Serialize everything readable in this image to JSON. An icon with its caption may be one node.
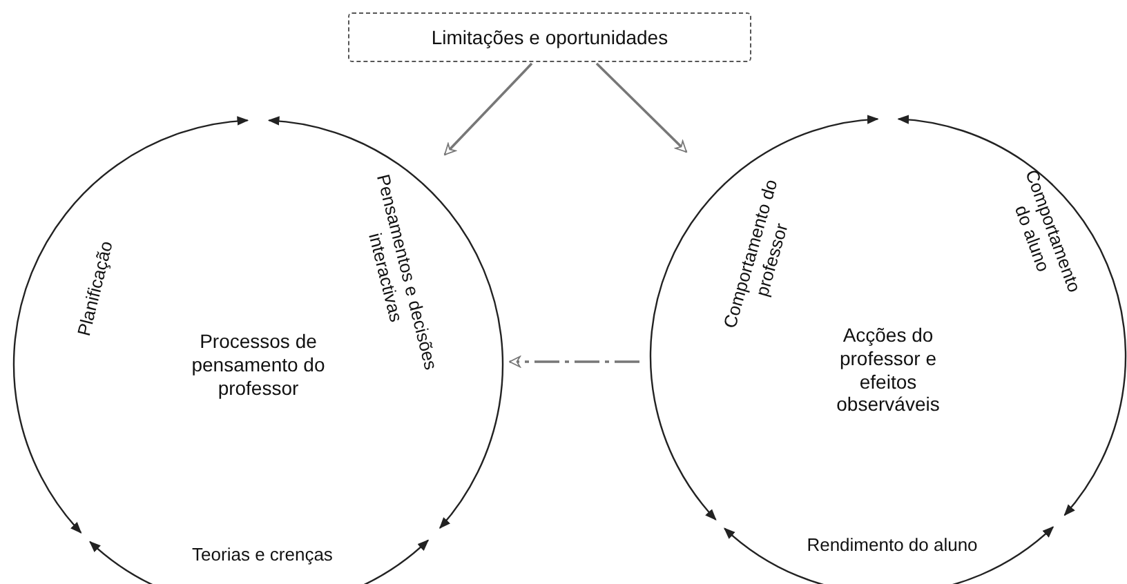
{
  "diagram": {
    "nodes": [
      {
        "text": [
          "Limitações e oportunidades"
        ]
      },
      {
        "text": [
          "Processos de pensamento do professor",
          "Planificação",
          "Pensamentos e decisões interactivas",
          "Teorias e crenças"
        ]
      },
      {
        "text": [
          "Acções do professor e efeitos observáveis",
          "Comportamento do professor",
          "Comportamento do aluno",
          "Rendimento do aluno"
        ]
      }
    ],
    "edges": [
      {
        "from": 0,
        "to": 1,
        "arrow": "to"
      },
      {
        "from": 0,
        "to": 2,
        "arrow": "to"
      },
      {
        "from": 2,
        "to": 1,
        "arrow": "to",
        "style": "dashed"
      }
    ]
  }
}
